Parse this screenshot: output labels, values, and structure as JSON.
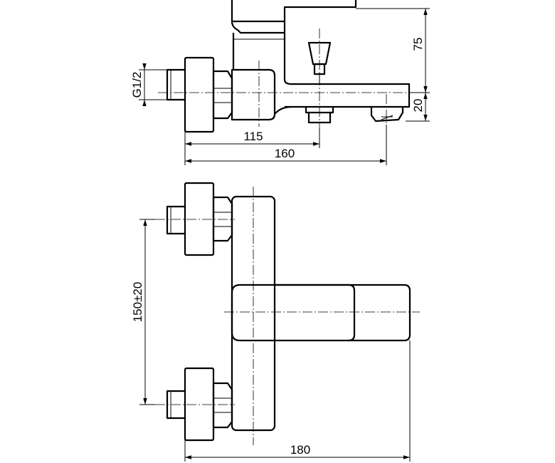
{
  "dimensions": {
    "top_height": "75",
    "spout_height": "20",
    "thread": "G1/2",
    "spout_distance": "115",
    "total_depth": "160",
    "connection_spacing": "150±20",
    "total_width": "180"
  }
}
